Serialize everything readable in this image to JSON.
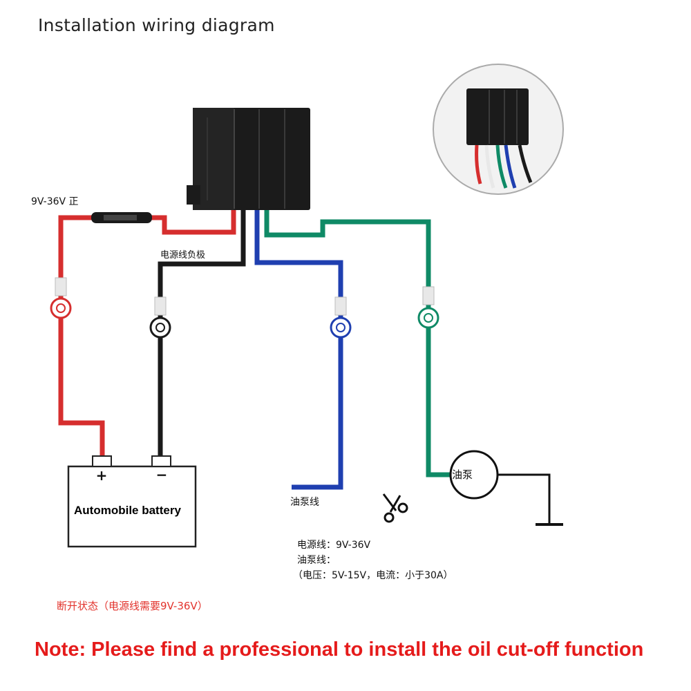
{
  "title": "Installation wiring diagram",
  "labels": {
    "positive_voltage": "9V-36V 正",
    "power_negative": "电源线负极",
    "oil_pump_line": "油泵线",
    "battery": "Automobile battery",
    "battery_plus": "+",
    "battery_minus": "−",
    "pump": "油泵"
  },
  "specs": {
    "line1": "电源线：9V-36V",
    "line2": "油泵线：",
    "line3": "（电压：5V-15V，电流：小于30A）"
  },
  "status_text": "断开状态（电源线需要9V-36V）",
  "note": "Note: Please find a professional to install the oil cut-off function",
  "wire_colors": {
    "red": "#d62e2e",
    "black": "#1a1a1a",
    "blue": "#1f3fb0",
    "green": "#0f8a66"
  },
  "icons": [
    "relay-module",
    "fuse-icon",
    "ring-terminal-icon",
    "scissors-icon",
    "ground-symbol-icon",
    "connector-photo"
  ]
}
